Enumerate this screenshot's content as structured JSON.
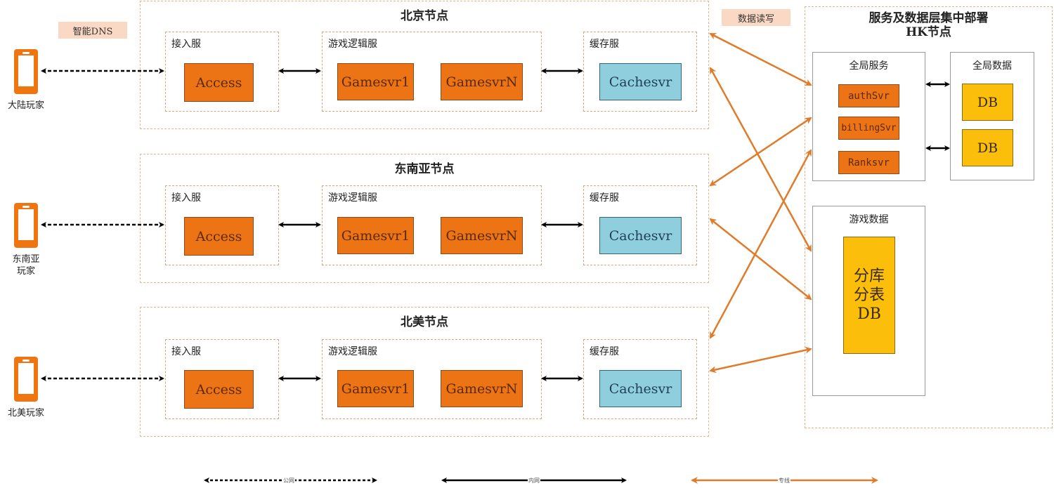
{
  "dns_tag": "智能DNS",
  "data_rw_tag": "数据读写",
  "players": [
    {
      "label": "大陆玩家"
    },
    {
      "label": "东南亚\n玩家"
    },
    {
      "label": "北美玩家"
    }
  ],
  "nodes": [
    {
      "title": "北京节点",
      "access_group": "接入服",
      "access": "Access",
      "logic_group": "游戏逻辑服",
      "gamesvr1": "Gamesvr1",
      "gamesvrn": "GamesvrN",
      "cache_group": "缓存服",
      "cache": "Cachesvr"
    },
    {
      "title": "东南亚节点",
      "access_group": "接入服",
      "access": "Access",
      "logic_group": "游戏逻辑服",
      "gamesvr1": "Gamesvr1",
      "gamesvrn": "GamesvrN",
      "cache_group": "缓存服",
      "cache": "Cachesvr"
    },
    {
      "title": "北美节点",
      "access_group": "接入服",
      "access": "Access",
      "logic_group": "游戏逻辑服",
      "gamesvr1": "Gamesvr1",
      "gamesvrn": "GamesvrN",
      "cache_group": "缓存服",
      "cache": "Cachesvr"
    }
  ],
  "hk": {
    "title_line1": "服务及数据层集中部署",
    "title_line2": "HK节点",
    "global_services": {
      "title": "全局服务",
      "items": [
        "authSvr",
        "billingSvr",
        "Ranksvr"
      ]
    },
    "global_data": {
      "title": "全局数据",
      "items": [
        "DB",
        "DB"
      ]
    },
    "game_data": {
      "title": "游戏数据",
      "db_line1": "分库",
      "db_line2": "分表",
      "db_line3": "DB"
    }
  },
  "legend": [
    {
      "label": "公网",
      "style": "dotted",
      "color": "#000000"
    },
    {
      "label": "内网",
      "style": "solid",
      "color": "#000000"
    },
    {
      "label": "专线",
      "style": "solid",
      "color": "#e07b2a"
    }
  ],
  "colors": {
    "server": "#ed7414",
    "cache": "#8fcfdd",
    "db": "#fbbf0b",
    "dedicated_line": "#e07b2a"
  }
}
